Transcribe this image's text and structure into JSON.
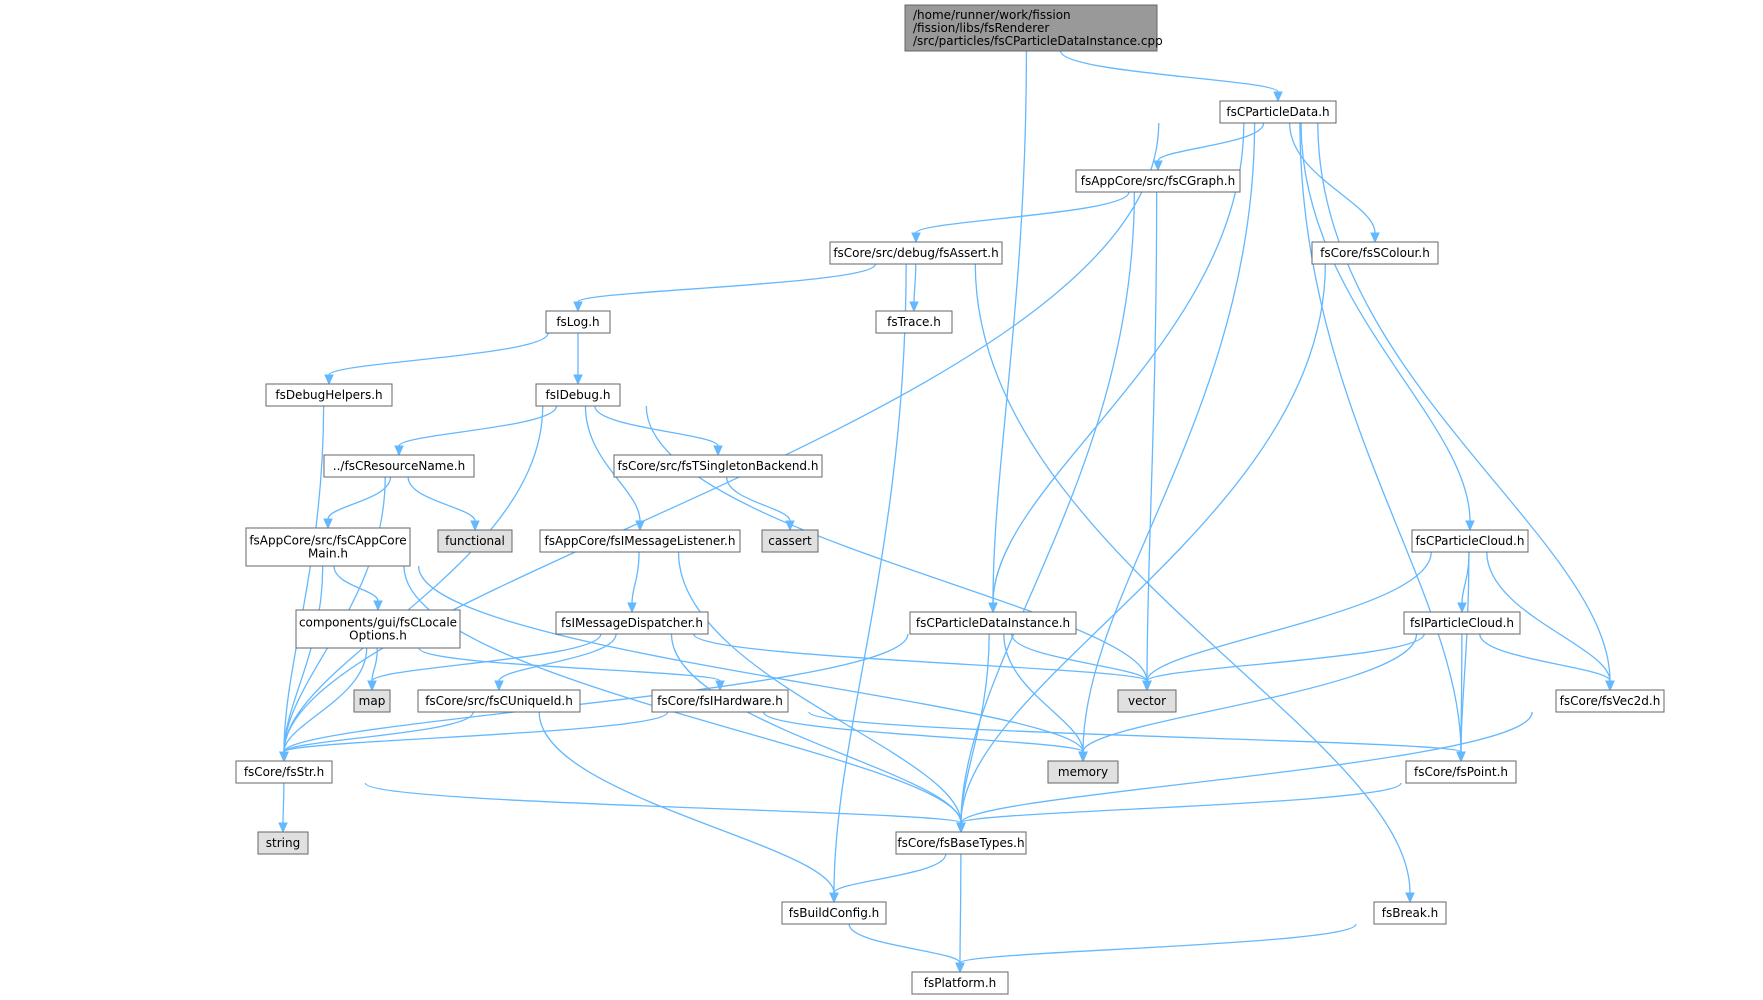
{
  "colors": {
    "edge": "#63b8ff",
    "root_fill": "#999999",
    "node_fill": "#ffffff",
    "external_fill": "#e0e0e0",
    "border": "#666666"
  },
  "nodes": [
    {
      "id": "root",
      "lines": [
        "/home/runner/work/fission",
        "/fission/libs/fsRenderer",
        "/src/particles/fsCParticleDataInstance.cpp"
      ],
      "kind": "root"
    },
    {
      "id": "pdata",
      "lines": [
        "fsCParticleData.h"
      ],
      "kind": "file"
    },
    {
      "id": "graph",
      "lines": [
        "fsAppCore/src/fsCGraph.h"
      ],
      "kind": "file"
    },
    {
      "id": "assert",
      "lines": [
        "fsCore/src/debug/fsAssert.h"
      ],
      "kind": "file"
    },
    {
      "id": "scolour",
      "lines": [
        "fsCore/fsSColour.h"
      ],
      "kind": "file"
    },
    {
      "id": "log",
      "lines": [
        "fsLog.h"
      ],
      "kind": "file"
    },
    {
      "id": "trace",
      "lines": [
        "fsTrace.h"
      ],
      "kind": "file"
    },
    {
      "id": "dbghelp",
      "lines": [
        "fsDebugHelpers.h"
      ],
      "kind": "file"
    },
    {
      "id": "idebug",
      "lines": [
        "fsIDebug.h"
      ],
      "kind": "file"
    },
    {
      "id": "resname",
      "lines": [
        "../fsCResourceName.h"
      ],
      "kind": "file"
    },
    {
      "id": "singleton",
      "lines": [
        "fsCore/src/fsTSingletonBackend.h"
      ],
      "kind": "file"
    },
    {
      "id": "appmain",
      "lines": [
        "fsAppCore/src/fsCAppCore",
        "Main.h"
      ],
      "kind": "file"
    },
    {
      "id": "functional",
      "lines": [
        "functional"
      ],
      "kind": "external"
    },
    {
      "id": "msglistener",
      "lines": [
        "fsAppCore/fsIMessageListener.h"
      ],
      "kind": "file"
    },
    {
      "id": "cassert",
      "lines": [
        "cassert"
      ],
      "kind": "external"
    },
    {
      "id": "pcloud",
      "lines": [
        "fsCParticleCloud.h"
      ],
      "kind": "file"
    },
    {
      "id": "locale",
      "lines": [
        "components/gui/fsCLocale",
        "Options.h"
      ],
      "kind": "file"
    },
    {
      "id": "msgdisp",
      "lines": [
        "fsIMessageDispatcher.h"
      ],
      "kind": "file"
    },
    {
      "id": "pdinst",
      "lines": [
        "fsCParticleDataInstance.h"
      ],
      "kind": "file"
    },
    {
      "id": "ipcloud",
      "lines": [
        "fsIParticleCloud.h"
      ],
      "kind": "file"
    },
    {
      "id": "map",
      "lines": [
        "map"
      ],
      "kind": "external"
    },
    {
      "id": "uniqueid",
      "lines": [
        "fsCore/src/fsCUniqueId.h"
      ],
      "kind": "file"
    },
    {
      "id": "hardware",
      "lines": [
        "fsCore/fsIHardware.h"
      ],
      "kind": "file"
    },
    {
      "id": "vector",
      "lines": [
        "vector"
      ],
      "kind": "external"
    },
    {
      "id": "vec2d",
      "lines": [
        "fsCore/fsVec2d.h"
      ],
      "kind": "file"
    },
    {
      "id": "str",
      "lines": [
        "fsCore/fsStr.h"
      ],
      "kind": "file"
    },
    {
      "id": "memory",
      "lines": [
        "memory"
      ],
      "kind": "external"
    },
    {
      "id": "point",
      "lines": [
        "fsCore/fsPoint.h"
      ],
      "kind": "file"
    },
    {
      "id": "string",
      "lines": [
        "string"
      ],
      "kind": "external"
    },
    {
      "id": "basetypes",
      "lines": [
        "fsCore/fsBaseTypes.h"
      ],
      "kind": "file"
    },
    {
      "id": "buildcfg",
      "lines": [
        "fsBuildConfig.h"
      ],
      "kind": "file"
    },
    {
      "id": "break",
      "lines": [
        "fsBreak.h"
      ],
      "kind": "file"
    },
    {
      "id": "platform",
      "lines": [
        "fsPlatform.h"
      ],
      "kind": "file"
    }
  ],
  "edges": [
    [
      "root",
      "pdata"
    ],
    [
      "root",
      "pdinst"
    ],
    [
      "pdata",
      "graph"
    ],
    [
      "pdata",
      "scolour"
    ],
    [
      "pdata",
      "pcloud"
    ],
    [
      "pdata",
      "vec2d"
    ],
    [
      "pdata",
      "point"
    ],
    [
      "pdata",
      "memory"
    ],
    [
      "pdata",
      "pdinst"
    ],
    [
      "pdata",
      "str"
    ],
    [
      "graph",
      "assert"
    ],
    [
      "graph",
      "vector"
    ],
    [
      "graph",
      "basetypes"
    ],
    [
      "assert",
      "log"
    ],
    [
      "assert",
      "trace"
    ],
    [
      "assert",
      "buildcfg"
    ],
    [
      "assert",
      "break"
    ],
    [
      "scolour",
      "basetypes"
    ],
    [
      "log",
      "dbghelp"
    ],
    [
      "log",
      "idebug"
    ],
    [
      "dbghelp",
      "str"
    ],
    [
      "idebug",
      "resname"
    ],
    [
      "idebug",
      "singleton"
    ],
    [
      "idebug",
      "msglistener"
    ],
    [
      "idebug",
      "str"
    ],
    [
      "idebug",
      "vector"
    ],
    [
      "resname",
      "functional"
    ],
    [
      "resname",
      "appmain"
    ],
    [
      "resname",
      "str"
    ],
    [
      "singleton",
      "cassert"
    ],
    [
      "appmain",
      "locale"
    ],
    [
      "appmain",
      "str"
    ],
    [
      "appmain",
      "basetypes"
    ],
    [
      "appmain",
      "memory"
    ],
    [
      "msglistener",
      "msgdisp"
    ],
    [
      "msglistener",
      "basetypes"
    ],
    [
      "locale",
      "map"
    ],
    [
      "locale",
      "str"
    ],
    [
      "locale",
      "hardware"
    ],
    [
      "msgdisp",
      "map"
    ],
    [
      "msgdisp",
      "uniqueid"
    ],
    [
      "msgdisp",
      "basetypes"
    ],
    [
      "msgdisp",
      "vector"
    ],
    [
      "pcloud",
      "ipcloud"
    ],
    [
      "pcloud",
      "vector"
    ],
    [
      "pcloud",
      "vec2d"
    ],
    [
      "pcloud",
      "point"
    ],
    [
      "ipcloud",
      "vector"
    ],
    [
      "ipcloud",
      "vec2d"
    ],
    [
      "ipcloud",
      "point"
    ],
    [
      "ipcloud",
      "memory"
    ],
    [
      "pdinst",
      "vector"
    ],
    [
      "pdinst",
      "memory"
    ],
    [
      "pdinst",
      "basetypes"
    ],
    [
      "pdinst",
      "str"
    ],
    [
      "uniqueid",
      "str"
    ],
    [
      "uniqueid",
      "buildcfg"
    ],
    [
      "hardware",
      "str"
    ],
    [
      "hardware",
      "memory"
    ],
    [
      "hardware",
      "point"
    ],
    [
      "vec2d",
      "basetypes"
    ],
    [
      "str",
      "string"
    ],
    [
      "str",
      "basetypes"
    ],
    [
      "point",
      "basetypes"
    ],
    [
      "basetypes",
      "buildcfg"
    ],
    [
      "basetypes",
      "platform"
    ],
    [
      "buildcfg",
      "platform"
    ],
    [
      "break",
      "platform"
    ]
  ]
}
